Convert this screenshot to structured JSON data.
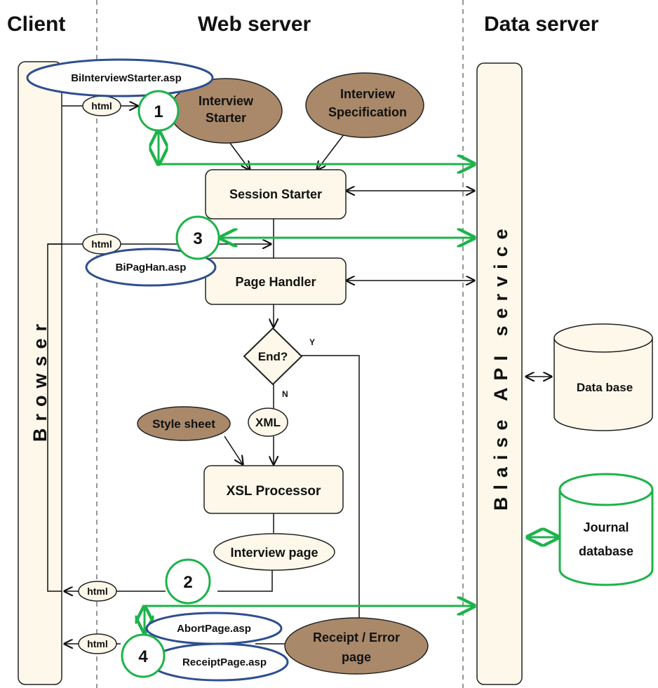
{
  "columns": {
    "client": "Client",
    "web_server": "Web server",
    "data_server": "Data server"
  },
  "browser": "Browser",
  "api_service": "Blaise API service",
  "files": {
    "interview_starter_asp": "BiInterviewStarter.asp",
    "pag_han_asp": "BiPagHan.asp",
    "abort_page_asp": "AbortPage.asp",
    "receipt_page_asp": "ReceiptPage.asp"
  },
  "resources": {
    "interview_starter": [
      "Interview",
      "Starter"
    ],
    "interview_specification": [
      "Interview",
      "Specification"
    ],
    "style_sheet": "Style sheet",
    "receipt_error_page": [
      "Receipt / Error",
      "page"
    ]
  },
  "processes": {
    "session_starter": "Session Starter",
    "page_handler": "Page Handler",
    "xsl_processor": "XSL Processor"
  },
  "decision": {
    "label": "End?",
    "yes": "Y",
    "no": "N"
  },
  "io": {
    "xml": "XML",
    "interview_page": "Interview page",
    "html": "html"
  },
  "steps": [
    "1",
    "2",
    "3",
    "4"
  ],
  "databases": {
    "data_base": "Data base",
    "journal_database": [
      "Journal",
      "database"
    ]
  },
  "colors": {
    "green": "#1db34a",
    "blue": "#2e4f8f",
    "brown": "#a9896a",
    "cream": "#fdf8ea"
  }
}
